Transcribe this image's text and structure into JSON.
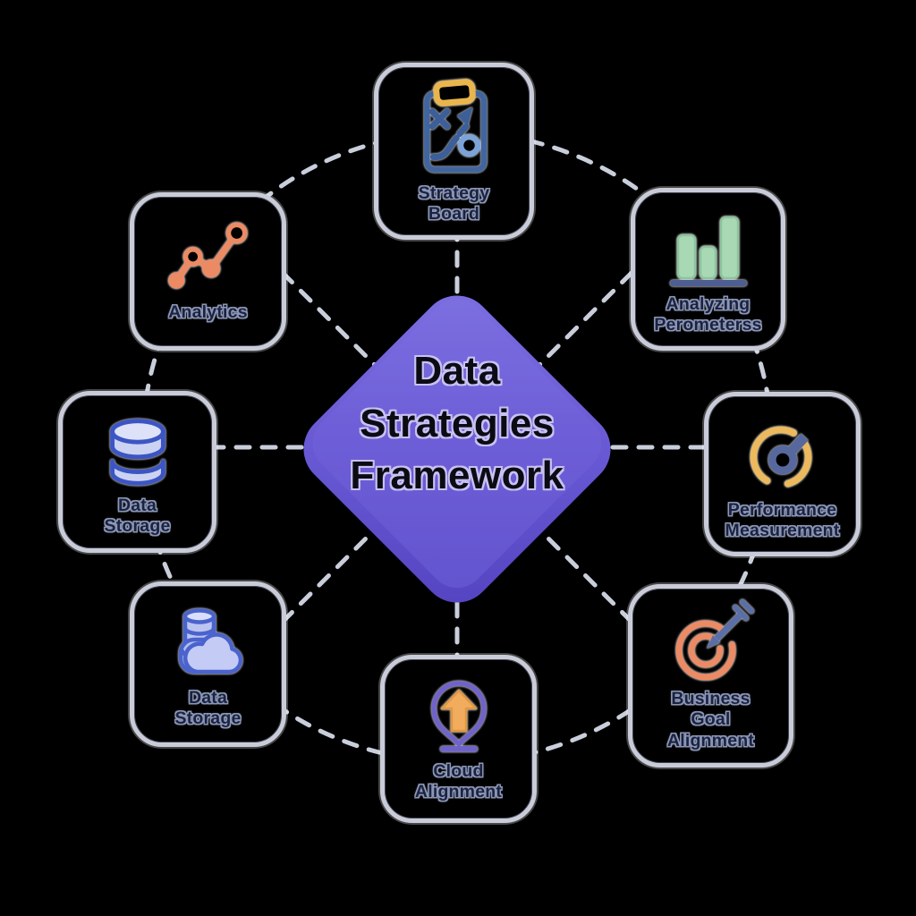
{
  "center": {
    "title": "Data\nStrategies\nFramework",
    "shape": "diamond",
    "fill": "#6a5bd4",
    "edge_fill": "#5b4bc8"
  },
  "nodes": [
    {
      "id": "strategy-board",
      "label": "Strategy\nBoard",
      "icon": "strategy-clipboard-icon"
    },
    {
      "id": "analyzing-perometers",
      "label": "Analyzing\nPerometerss",
      "icon": "bar-chart-icon"
    },
    {
      "id": "performance-measurement",
      "label": "Performance\nMeasurement",
      "icon": "gauge-icon"
    },
    {
      "id": "business-goal-alignment",
      "label": "Business\nGoal\nAlignment",
      "icon": "target-arrow-icon"
    },
    {
      "id": "cloud-alignment",
      "label": "Cloud\nAlignment",
      "icon": "upload-balloon-icon"
    },
    {
      "id": "data-storage-cloud",
      "label": "Data\nStorage",
      "icon": "database-cloud-icon"
    },
    {
      "id": "data-storage",
      "label": "Data\nStorage",
      "icon": "database-icon"
    },
    {
      "id": "analytics",
      "label": "Analytics",
      "icon": "line-chart-icon"
    }
  ],
  "connections": {
    "style": "dashed",
    "color": "#c9cedb",
    "layout": "ring of 8 nodes around center diamond, radial spokes plus circular arcs"
  },
  "colors": {
    "background": "#000000",
    "box_border": "#c9ccd8",
    "label_text": "#1a2342",
    "center_text": "#0b0b14",
    "accent_orange": "#ec8a64",
    "accent_yellow": "#e9b54d",
    "accent_green": "#a9d8b5",
    "accent_blue": "#4a63cd",
    "accent_purple": "#6f63c9",
    "accent_steel": "#41659f"
  }
}
